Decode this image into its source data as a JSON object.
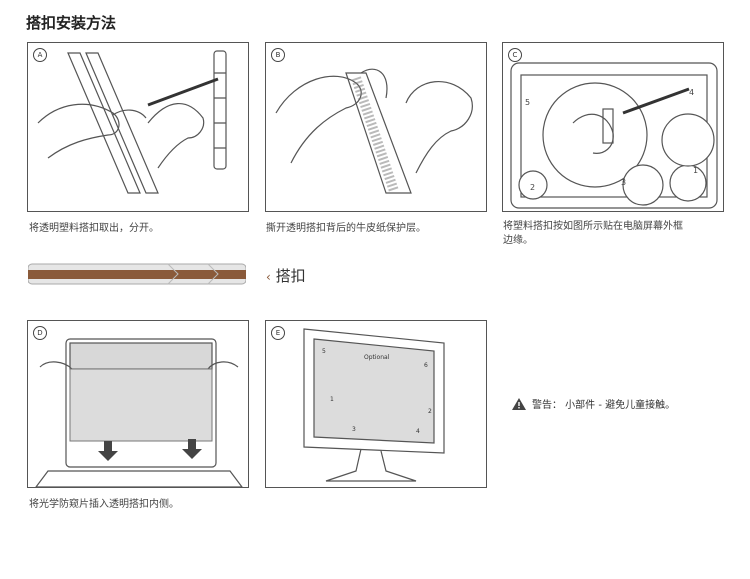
{
  "page_title": "搭扣安装方法",
  "panels": [
    {
      "letter": "A",
      "caption": "将透明塑料搭扣取出，分开。"
    },
    {
      "letter": "B",
      "caption": "撕开透明搭扣背后的牛皮纸保护层。"
    },
    {
      "letter": "C",
      "caption_line1": "将塑料搭扣按如图所示贴在电脑屏幕外框",
      "caption_line2": "边缘。"
    },
    {
      "letter": "D",
      "caption": "将光学防窥片插入透明搭扣内侧。"
    },
    {
      "letter": "E",
      "caption": ""
    }
  ],
  "panel_c_numbers": [
    "5",
    "4",
    "2",
    "3",
    "1"
  ],
  "panel_e_labels": {
    "optional": "Optional",
    "n5": "5",
    "n6": "6",
    "n1": "1",
    "n2": "2",
    "n3": "3",
    "n4": "4"
  },
  "strip_label": "搭扣",
  "warning_text": "警告：  小部件 - 避免儿童接触。",
  "colors": {
    "strip_brown": "#8a5a3a",
    "strip_clear": "#e6e6e6",
    "line": "#555555"
  }
}
